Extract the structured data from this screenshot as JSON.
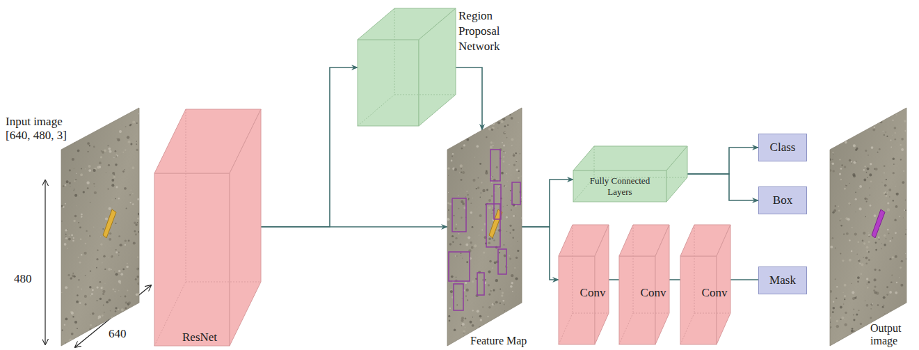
{
  "diagram": {
    "nodes": [
      {
        "text": [
          "Input image [640, 480, 3]"
        ]
      },
      {
        "text": [
          "ResNet"
        ]
      },
      {
        "text": [
          "Region Proposal Network"
        ]
      },
      {
        "text": [
          "Feature Map"
        ]
      },
      {
        "text": [
          "Fully Connected Layers"
        ]
      },
      {
        "text": [
          "Conv"
        ]
      },
      {
        "text": [
          "Conv"
        ]
      },
      {
        "text": [
          "Conv"
        ]
      },
      {
        "text": [
          "Class"
        ]
      },
      {
        "text": [
          "Box"
        ]
      },
      {
        "text": [
          "Mask"
        ]
      },
      {
        "text": [
          "Output image"
        ]
      }
    ],
    "edges": [
      {
        "from": 1,
        "to": 3,
        "arrow": "to"
      },
      {
        "from": 1,
        "to": 2,
        "arrow": "to"
      },
      {
        "from": 2,
        "to": 3,
        "arrow": "to"
      },
      {
        "from": 3,
        "to": 4,
        "arrow": "to"
      },
      {
        "from": 3,
        "to": 5,
        "arrow": "to"
      },
      {
        "from": 5,
        "to": 6,
        "arrow": "none"
      },
      {
        "from": 6,
        "to": 7,
        "arrow": "none"
      },
      {
        "from": 7,
        "to": 10,
        "arrow": "none"
      },
      {
        "from": 4,
        "to": 8,
        "arrow": "to"
      },
      {
        "from": 4,
        "to": 9,
        "arrow": "to"
      }
    ],
    "labels": [
      "480",
      "640"
    ]
  }
}
